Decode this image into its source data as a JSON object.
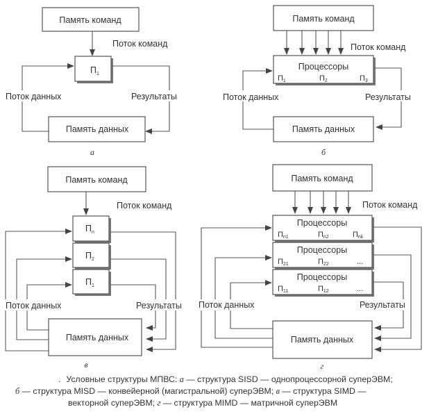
{
  "diagrams": {
    "a": {
      "letter": "а",
      "cmd_memory": "Память команд",
      "cmd_stream": "Поток команд",
      "processor": "П",
      "processor_sub": "1",
      "data_stream": "Поток данных",
      "results": "Результаты",
      "data_memory": "Память данных"
    },
    "b": {
      "letter": "б",
      "cmd_memory": "Память команд",
      "cmd_stream": "Поток команд",
      "processors": "Процессоры",
      "p_labels": [
        {
          "main": "П",
          "sub": "1"
        },
        {
          "main": "П",
          "sub": "2"
        },
        {
          "main": "П",
          "sub": "3"
        }
      ],
      "data_stream": "Поток данных",
      "results": "Результаты",
      "data_memory": "Память данных"
    },
    "v": {
      "letter": "в",
      "cmd_memory": "Память команд",
      "cmd_stream": "Поток команд",
      "processors": [
        {
          "main": "П",
          "sub": "n"
        },
        {
          "main": "П",
          "sub": "2"
        },
        {
          "main": "П",
          "sub": "1"
        }
      ],
      "data_stream": "Поток данных",
      "results": "Результаты",
      "data_memory": "Память данных"
    },
    "g": {
      "letter": "г",
      "cmd_memory": "Память команд",
      "cmd_stream": "Поток команд",
      "rows": [
        {
          "title": "Процессоры",
          "p": [
            {
              "main": "П",
              "sub": "n1"
            },
            {
              "main": "П",
              "sub": "n2"
            },
            {
              "main": "П",
              "sub": "nk"
            }
          ]
        },
        {
          "title": "Процессоры",
          "p": [
            {
              "main": "П",
              "sub": "21"
            },
            {
              "main": "П",
              "sub": "22"
            },
            {
              "main": "...",
              "sub": ""
            }
          ]
        },
        {
          "title": "Процессоры",
          "p": [
            {
              "main": "П",
              "sub": "11"
            },
            {
              "main": "П",
              "sub": "12"
            },
            {
              "main": "...",
              "sub": ""
            }
          ]
        }
      ],
      "data_stream": "Поток данных",
      "results": "Результаты",
      "data_memory": "Память данных"
    }
  },
  "caption": {
    "line1_pre": "Условные структуры МПВС: ",
    "line1_a": "а",
    "line1_post": " — структура SISD  — однопроцессорной суперЭВМ;",
    "line2_b": "б",
    "line2_post": " — структура MISD  — конвейерной (магистральной) суперЭВМ; ",
    "line2_v": "в",
    "line2_end": " — структура SIMD —",
    "line3_pre": "векторной суперЭВМ; ",
    "line3_g": "г",
    "line3_post": " — структура MIMD — матричной суперЭВМ"
  }
}
